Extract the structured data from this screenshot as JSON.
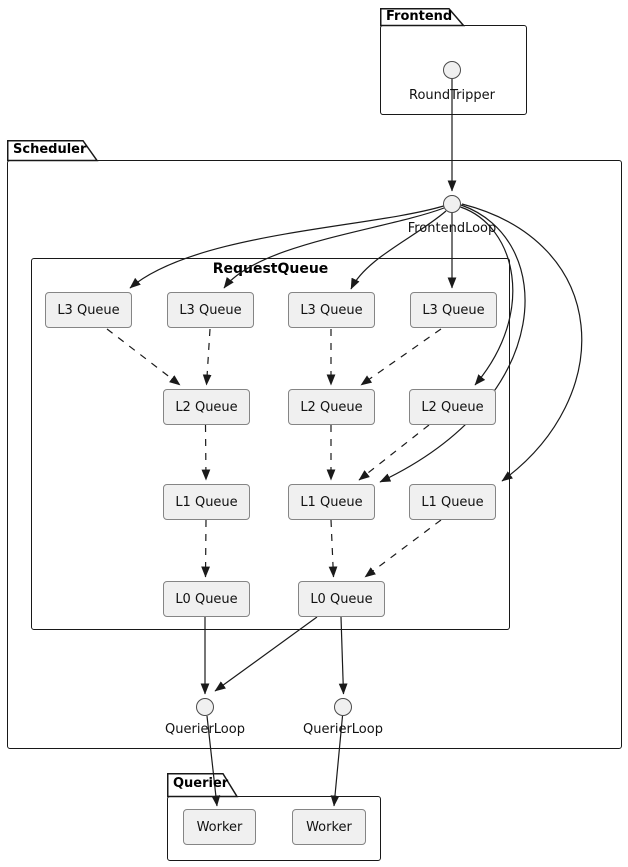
{
  "frontend": {
    "title": "Frontend",
    "roundtripper_label": "RoundTripper"
  },
  "scheduler": {
    "title": "Scheduler",
    "frontend_loop_label": "FrontendLoop",
    "request_queue": {
      "title": "RequestQueue",
      "l3_queues": [
        "L3 Queue",
        "L3 Queue",
        "L3 Queue",
        "L3 Queue"
      ],
      "l2_queues": [
        "L2 Queue",
        "L2 Queue",
        "L2 Queue"
      ],
      "l1_queues": [
        "L1 Queue",
        "L1 Queue",
        "L1 Queue"
      ],
      "l0_queues": [
        "L0 Queue",
        "L0 Queue"
      ]
    },
    "querier_loops": [
      "QuerierLoop",
      "QuerierLoop"
    ]
  },
  "querier": {
    "title": "Querier",
    "workers": [
      "Worker",
      "Worker"
    ]
  },
  "colors": {
    "background": "#ffffff",
    "package_border": "#181818",
    "node_fill": "#f0f0f0",
    "node_border": "#858585",
    "edge": "#1a1a1a"
  }
}
